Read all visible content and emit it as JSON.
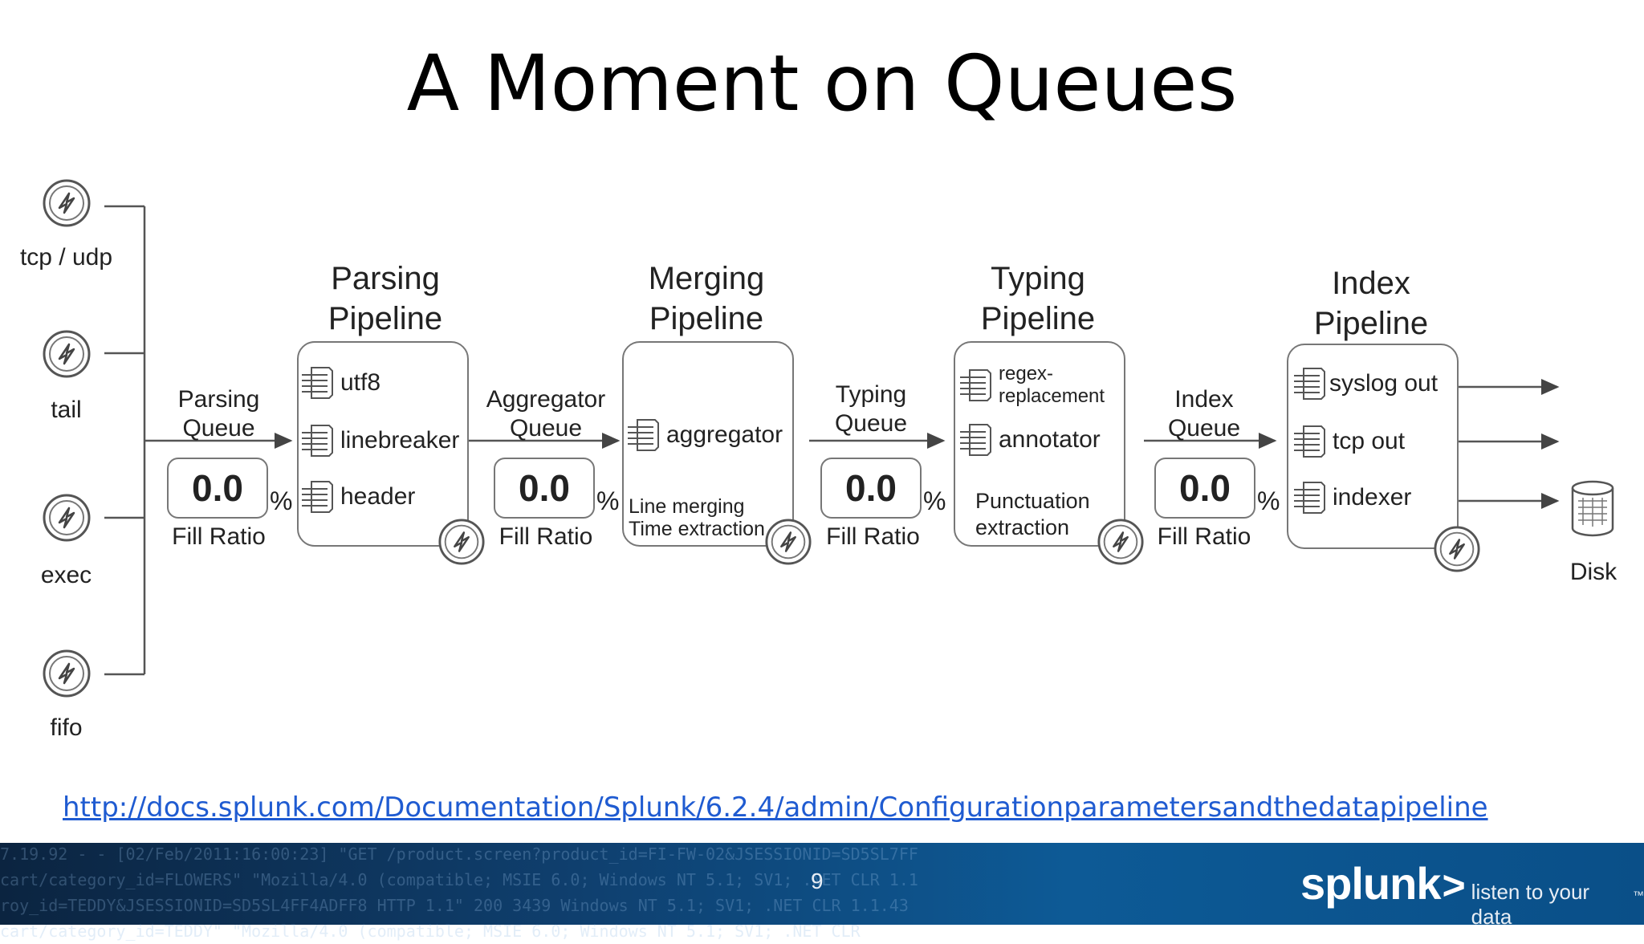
{
  "title": "A Moment on Queues",
  "inputs": [
    {
      "label": "tcp / udp"
    },
    {
      "label": "tail"
    },
    {
      "label": "exec"
    },
    {
      "label": "fifo"
    }
  ],
  "queues": [
    {
      "name": "Parsing\nQueue",
      "value": "0.0",
      "percent": "%",
      "caption": "Fill Ratio"
    },
    {
      "name": "Aggregator\nQueue",
      "value": "0.0",
      "percent": "%",
      "caption": "Fill Ratio"
    },
    {
      "name": "Typing\nQueue",
      "value": "0.0",
      "percent": "%",
      "caption": "Fill Ratio"
    },
    {
      "name": "Index\nQueue",
      "value": "0.0",
      "percent": "%",
      "caption": "Fill Ratio"
    }
  ],
  "pipelines": [
    {
      "title_line1": "Parsing",
      "title_line2": "Pipeline",
      "processors": [
        "utf8",
        "linebreaker",
        "header"
      ]
    },
    {
      "title_line1": "Merging",
      "title_line2": "Pipeline",
      "processors": [
        "aggregator"
      ],
      "note_line1": "Line merging",
      "note_line2": "Time extraction"
    },
    {
      "title_line1": "Typing",
      "title_line2": "Pipeline",
      "processors": [
        "regex-\nreplacement",
        "annotator"
      ],
      "note_line1": "Punctuation",
      "note_line2": "extraction"
    },
    {
      "title_line1": "Index",
      "title_line2": "Pipeline",
      "processors": [
        "syslog out",
        "tcp out",
        "indexer"
      ]
    }
  ],
  "output": {
    "label": "Disk"
  },
  "link": "http://docs.splunk.com/Documentation/Splunk/6.2.4/admin/Configurationparametersandthedatapipeline",
  "footer": {
    "page_number": "9",
    "brand": "splunk",
    "brand_chevron": ">",
    "tagline": "listen to your data",
    "tm": "™",
    "log_line1": "7.19.92 - - [02/Feb/2011:16:00:23] \"GET /product.screen?product_id=FI-FW-02&JSESSIONID=SD5SL7FF",
    "log_line2": "cart/category_id=FLOWERS\" \"Mozilla/4.0 (compatible; MSIE 6.0; Windows NT 5.1; SV1; .NET CLR 1.1",
    "log_line3": "roy_id=TEDDY&JSESSIONID=SD5SL4FF4ADFF8 HTTP 1.1\" 200 3439 Windows NT 5.1; SV1; .NET CLR 1.1.43",
    "log_line4": "cart/category_id=TEDDY\" \"Mozilla/4.0 (compatible; MSIE 6.0; Windows NT 5.1; SV1; .NET CLR"
  }
}
